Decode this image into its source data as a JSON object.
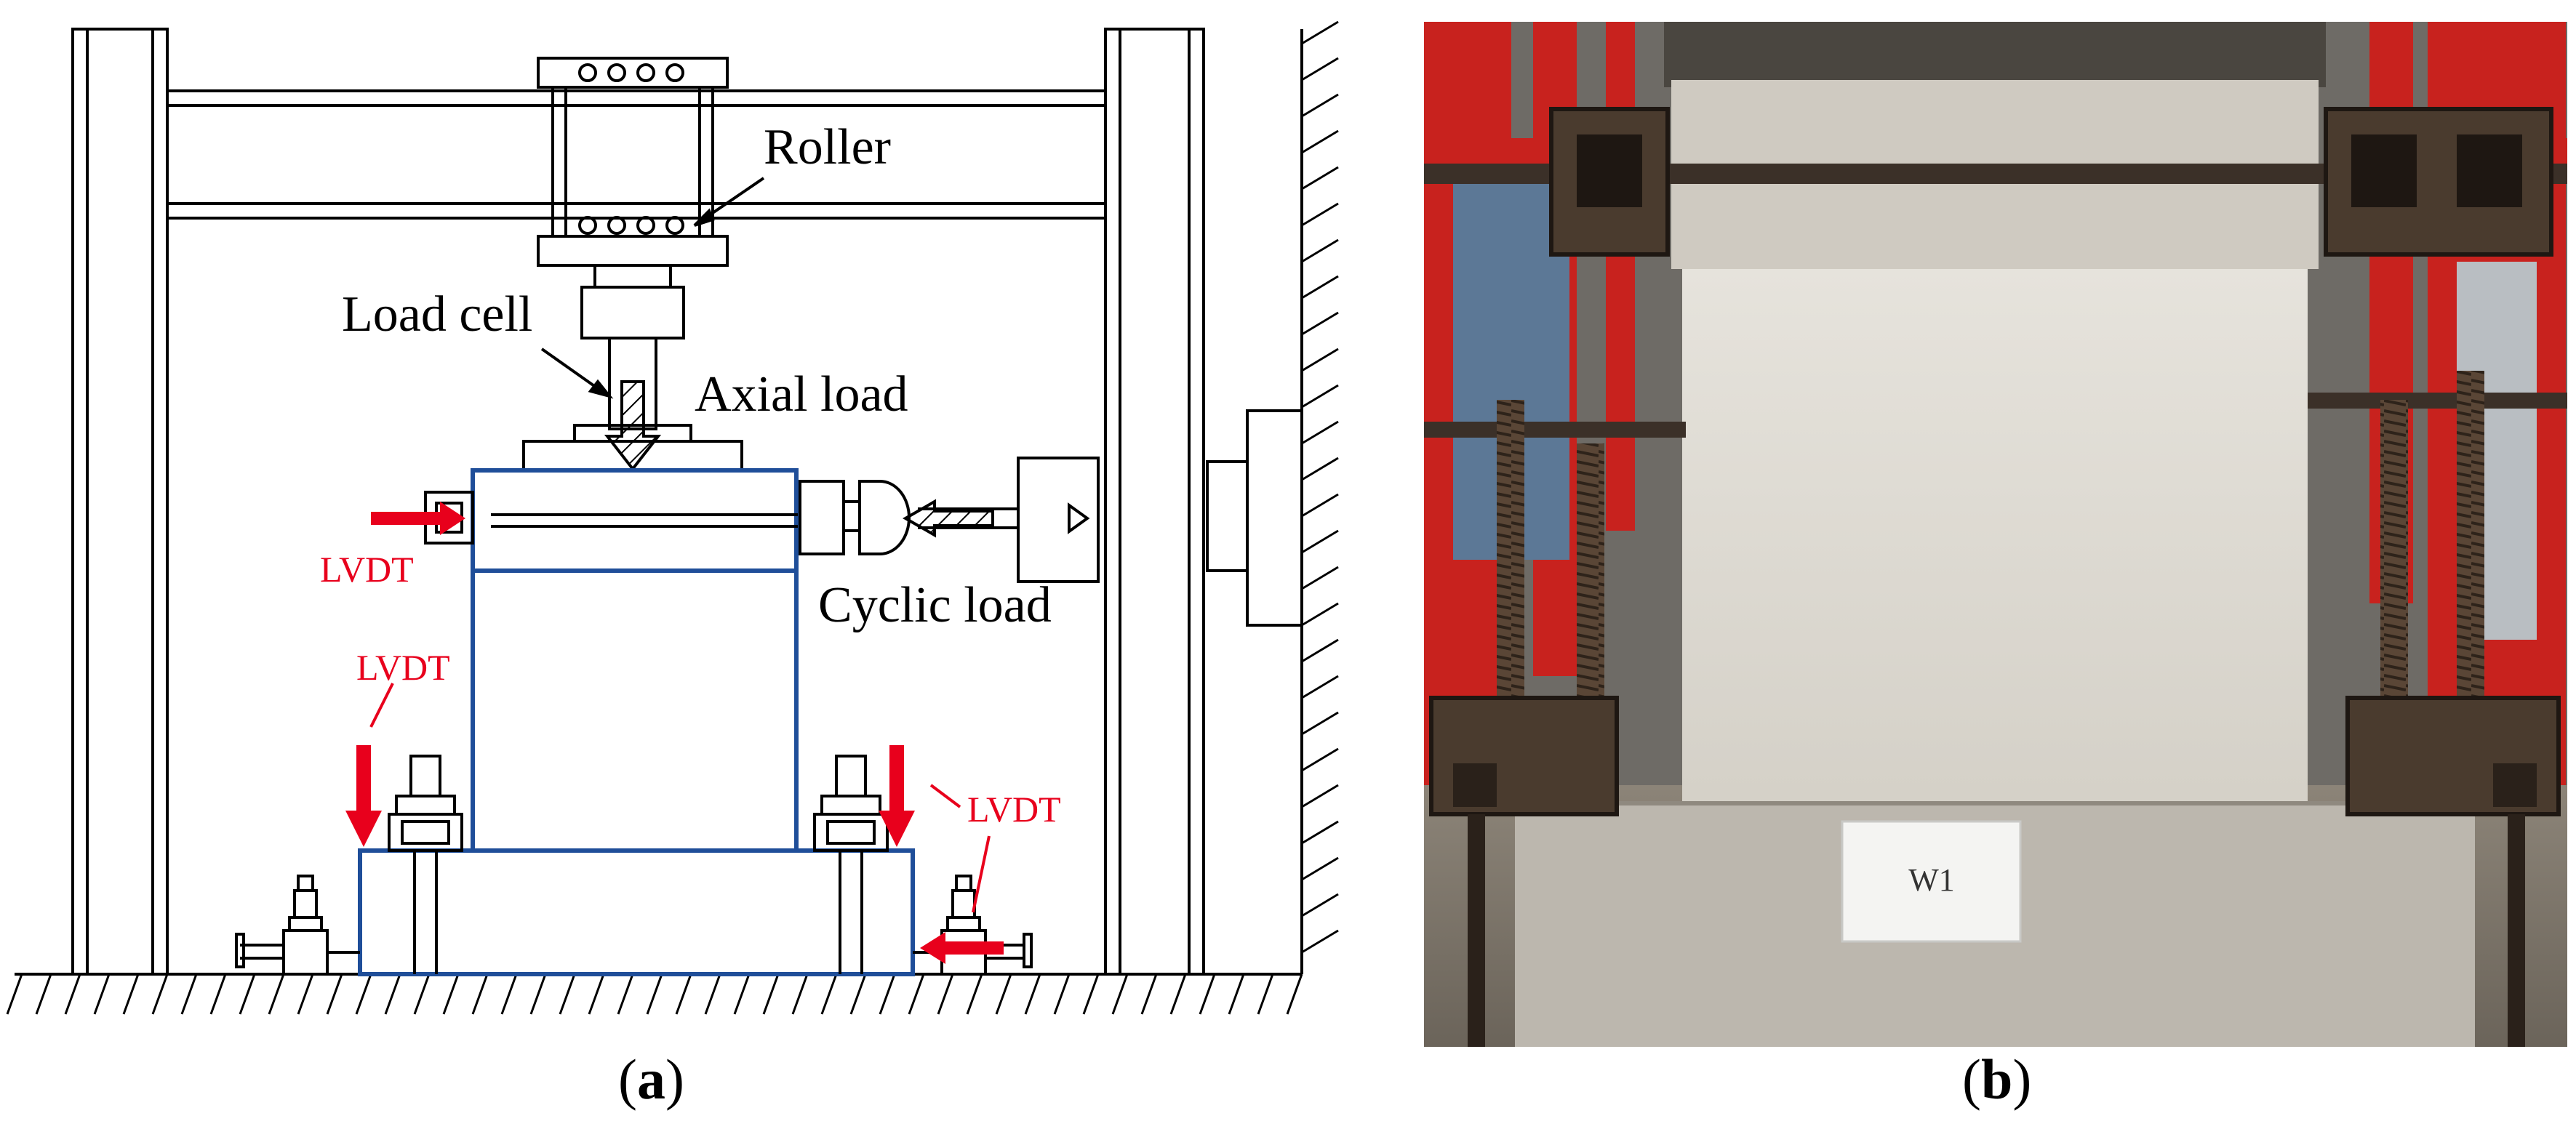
{
  "panel_a": {
    "caption_letter": "a",
    "labels": {
      "roller": "Roller",
      "load_cell": "Load cell",
      "axial_load": "Axial load",
      "cyclic_load": "Cyclic load",
      "lvdt_left": "LVDT",
      "lvdt_mid": "LVDT",
      "lvdt_right": "LVDT"
    },
    "colors": {
      "line": "#000000",
      "specimen": "#1f4e99",
      "lvdt": "#e8001c"
    }
  },
  "panel_b": {
    "caption_letter": "b",
    "specimen_tag": "W1",
    "colors": {
      "frame_red": "#c8221e",
      "concrete": "#d9d6cf",
      "steel": "#4a3b2e"
    }
  }
}
